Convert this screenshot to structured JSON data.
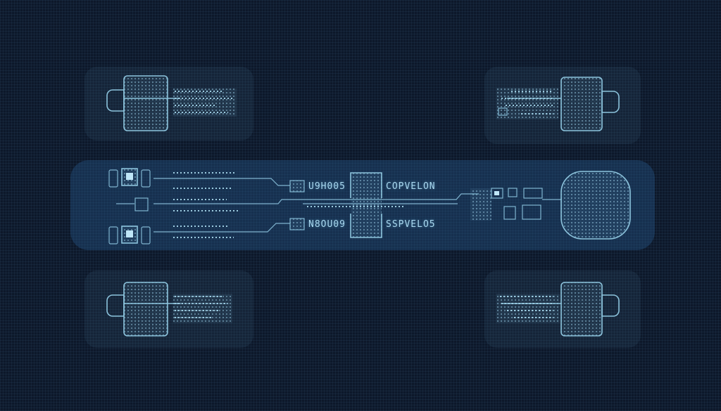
{
  "diagram": {
    "labels": {
      "top_left": "U9H005",
      "bottom_left": "N8OU09",
      "top_right": "COPVELON",
      "bottom_right": "SSPVELO5"
    },
    "colors": {
      "background": "#0d182a",
      "line": "#8cc3dc",
      "text": "#a9d9f0",
      "highlight_band": "#285f96"
    }
  }
}
